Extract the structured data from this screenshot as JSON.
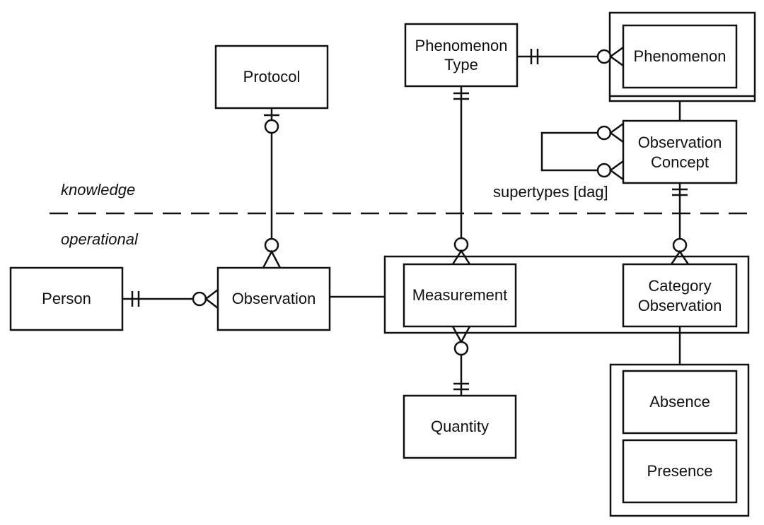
{
  "layers": {
    "knowledge": "knowledge",
    "operational": "operational"
  },
  "entities": {
    "protocol": "Protocol",
    "phenomenon_type_line1": "Phenomenon",
    "phenomenon_type_line2": "Type",
    "phenomenon": "Phenomenon",
    "observation_concept_line1": "Observation",
    "observation_concept_line2": "Concept",
    "person": "Person",
    "observation": "Observation",
    "measurement": "Measurement",
    "category_observation_line1": "Category",
    "category_observation_line2": "Observation",
    "quantity": "Quantity",
    "absence": "Absence",
    "presence": "Presence"
  },
  "annotations": {
    "supertypes": "supertypes  [dag]"
  }
}
